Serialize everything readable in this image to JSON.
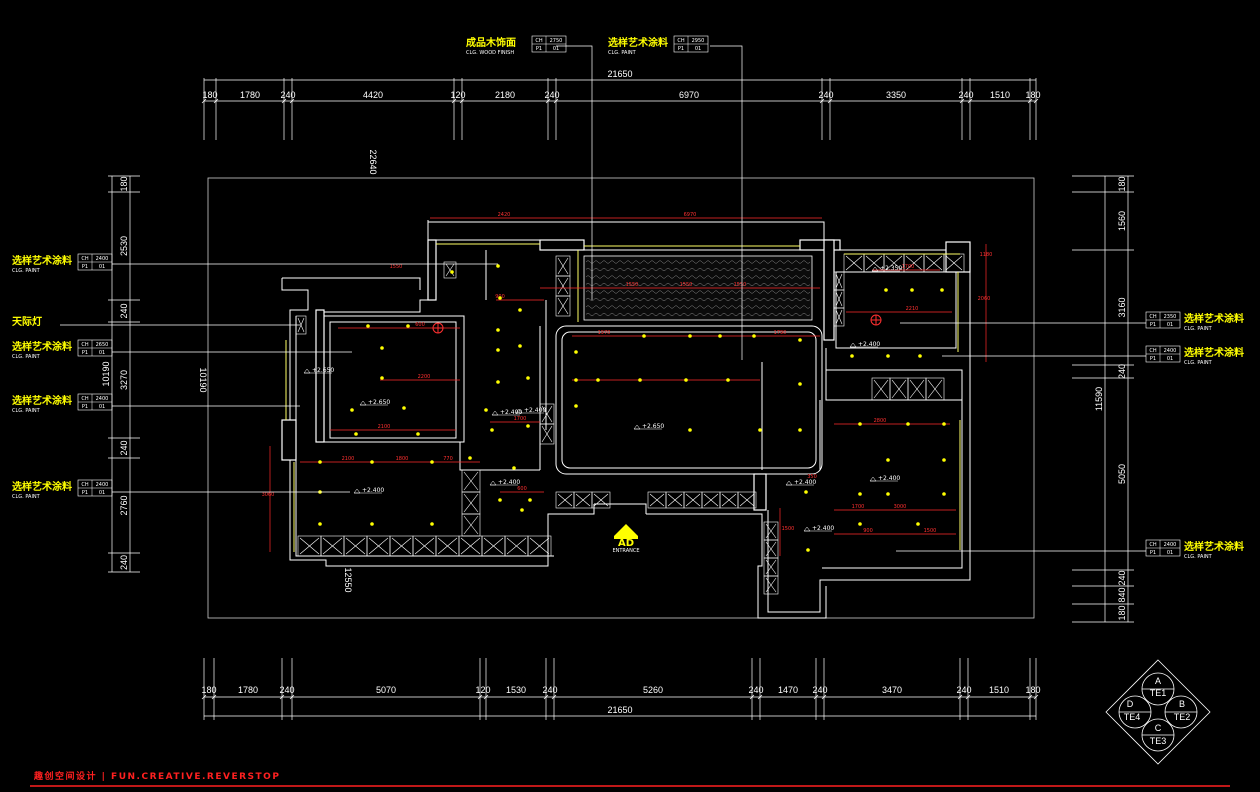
{
  "dimensions": {
    "top_total": "21650",
    "top_segments": [
      "180",
      "1780",
      "240",
      "4420",
      "120",
      "2180",
      "240",
      "6970",
      "240",
      "3350",
      "240",
      "1510",
      "180"
    ],
    "bottom_total": "21650",
    "bottom_segments": [
      "180",
      "1780",
      "240",
      "5070",
      "120",
      "1530",
      "240",
      "5260",
      "240",
      "1470",
      "240",
      "3470",
      "240",
      "1510",
      "180"
    ],
    "left_total": "10190",
    "left_segments": [
      "180",
      "2530",
      "240",
      "3270",
      "240",
      "2760",
      "240"
    ],
    "right_total": "11590",
    "right_segments": [
      "180",
      "1560",
      "3160",
      "240",
      "5050",
      "240",
      "840",
      "180"
    ]
  },
  "tags": {
    "top1": {
      "label": "成品木饰面",
      "code1": "CH",
      "val1": "2750",
      "code2": "P1",
      "val2": "01",
      "sub": "CLG. WOOD FINISH"
    },
    "top2": {
      "label": "选样艺术涂料",
      "code1": "CH",
      "val1": "2950",
      "code2": "P1",
      "val2": "01",
      "sub": "CLG. PAINT"
    },
    "l1": {
      "label": "选样艺术涂料",
      "code1": "CH",
      "val1": "2400",
      "code2": "P1",
      "val2": "01",
      "sub": "CLG. PAINT"
    },
    "l2": {
      "label": "天际灯"
    },
    "l3": {
      "label": "选样艺术涂料",
      "code1": "CH",
      "val1": "2650",
      "code2": "P1",
      "val2": "01",
      "sub": "CLG. PAINT"
    },
    "l4": {
      "label": "选样艺术涂料",
      "code1": "CH",
      "val1": "2400",
      "code2": "P1",
      "val2": "01",
      "sub": "CLG. PAINT"
    },
    "l5": {
      "label": "选样艺术涂料",
      "code1": "CH",
      "val1": "2400",
      "code2": "P1",
      "val2": "01",
      "sub": "CLG. PAINT"
    },
    "r1": {
      "label": "选样艺术涂料",
      "code1": "CH",
      "val1": "2350",
      "code2": "P1",
      "val2": "01",
      "sub": "CLG. PAINT"
    },
    "r2": {
      "label": "选样艺术涂料",
      "code1": "CH",
      "val1": "2400",
      "code2": "P1",
      "val2": "01",
      "sub": "CLG. PAINT"
    },
    "r3": {
      "label": "选样艺术涂料",
      "code1": "CH",
      "val1": "2400",
      "code2": "P1",
      "val2": "01",
      "sub": "CLG. PAINT"
    }
  },
  "elevations": [
    "+2.650",
    "+2.650",
    "+2.650",
    "+2.400",
    "+2.400",
    "+2.400",
    "+2.400",
    "+2.400",
    "+2.350",
    "+2.400",
    "+2.400",
    "+2.400"
  ],
  "side_marks": {
    "left": "10190",
    "top": "22640",
    "bottom": "12550"
  },
  "compass": {
    "a": "A",
    "b": "B",
    "c": "C",
    "d": "D",
    "t1": "TE1",
    "t2": "TE2",
    "t3": "TE3",
    "t4": "TE4"
  },
  "entrance": {
    "label": "AD",
    "sub": "ENTRANCE"
  },
  "brand": {
    "text": "趣创空间设计 | FUN.CREATIVE.REVERSTOP"
  },
  "colors": {
    "wall": "#ffffff",
    "annotation": "#ffff00",
    "dim_red": "#ff3030",
    "brand": "#ff2020"
  }
}
